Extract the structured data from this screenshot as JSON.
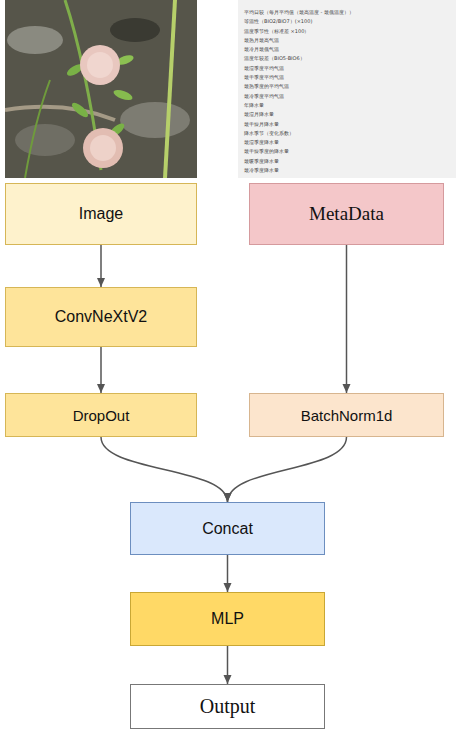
{
  "diagram": {
    "nodes": [
      {
        "text": [
          "Image"
        ]
      },
      {
        "text": [
          "MetaData"
        ]
      },
      {
        "text": [
          "ConvNeXtV2"
        ]
      },
      {
        "text": [
          "DropOut"
        ]
      },
      {
        "text": [
          "BatchNorm1d"
        ]
      },
      {
        "text": [
          "Concat"
        ]
      },
      {
        "text": [
          "MLP"
        ]
      },
      {
        "text": [
          "Output"
        ]
      }
    ],
    "edges": [
      {
        "from": 0,
        "to": 2,
        "arrow": "to"
      },
      {
        "from": 2,
        "to": 3,
        "arrow": "to"
      },
      {
        "from": 1,
        "to": 4,
        "arrow": "to"
      },
      {
        "from": 3,
        "to": 5,
        "arrow": "to"
      },
      {
        "from": 4,
        "to": 5,
        "arrow": "to"
      },
      {
        "from": 5,
        "to": 6,
        "arrow": "to"
      },
      {
        "from": 6,
        "to": 7,
        "arrow": "to"
      }
    ],
    "labels": [
      "平均日较（每月平均值（最高温度 - 最低温度））",
      "等温性（BIO2/BIO7）(×100)",
      "温度季节性（标准差 ×100）",
      "最热月最高气温",
      "最冷月最低气温",
      "温度年较差（BIO5-BIO6）",
      "最湿季度平均气温",
      "最干季度平均气温",
      "最热季度的平均气温",
      "最冷季度平均气温",
      "年降水量",
      "最湿月降水量",
      "最干燥月降水量",
      "降水季节（变化系数）",
      "最湿季度降水量",
      "最干燥季度的降水量",
      "最暖季度降水量",
      "最冷季度降水量"
    ]
  }
}
